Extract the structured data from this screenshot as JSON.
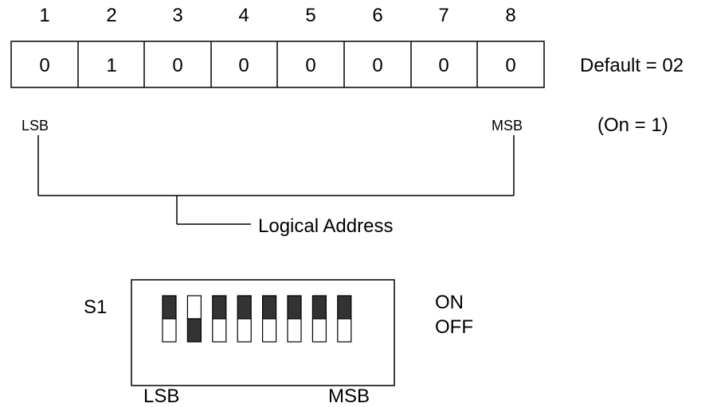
{
  "bit_numbers": [
    "1",
    "2",
    "3",
    "4",
    "5",
    "6",
    "7",
    "8"
  ],
  "bit_values": [
    "0",
    "1",
    "0",
    "0",
    "0",
    "0",
    "0",
    "0"
  ],
  "default_label": "Default = 02",
  "on_note": "(On = 1)",
  "lsb_label": "LSB",
  "msb_label": "MSB",
  "bracket_label": "Logical Address",
  "switch": {
    "name": "S1",
    "on_label": "ON",
    "off_label": "OFF",
    "lsb_label": "LSB",
    "msb_label": "MSB",
    "positions": [
      "off",
      "on",
      "off",
      "off",
      "off",
      "off",
      "off",
      "off"
    ]
  },
  "colors": {
    "line": "#000000",
    "switch_fill": "#333333",
    "background": "#ffffff"
  }
}
